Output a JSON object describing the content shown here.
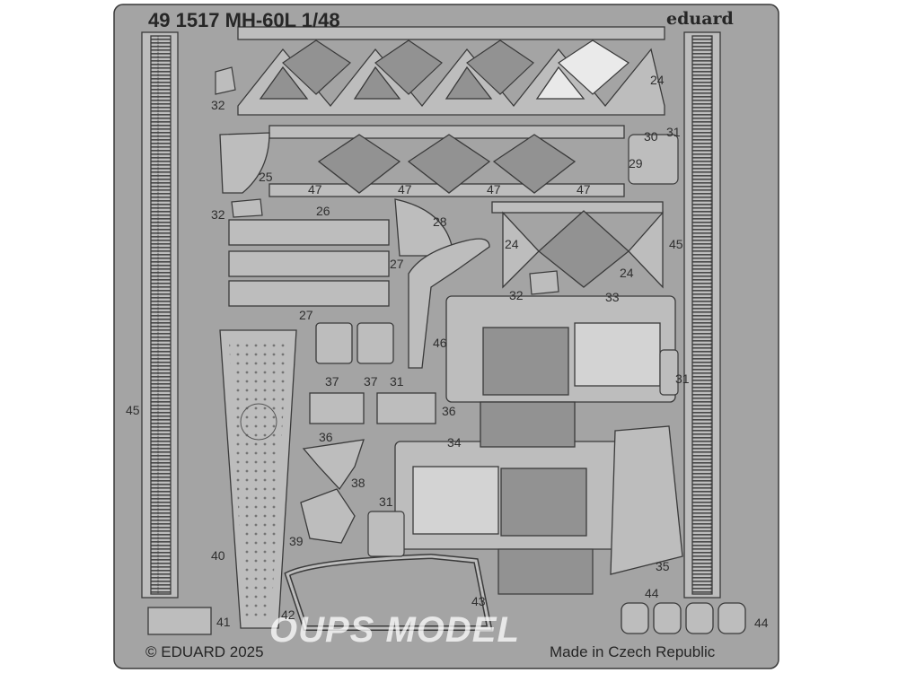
{
  "sheet": {
    "title": "49 1517 MH-60L 1/48",
    "brand": "eduard",
    "copyright": "© EDUARD 2025",
    "origin": "Made in Czech Republic",
    "watermark": "OUPS MODEL"
  },
  "part_numbers": [
    "32",
    "25",
    "32",
    "24",
    "30",
    "31",
    "29",
    "47",
    "47",
    "47",
    "47",
    "26",
    "28",
    "24",
    "45",
    "27",
    "24",
    "27",
    "32",
    "33",
    "46",
    "31",
    "37",
    "37",
    "31",
    "36",
    "45",
    "36",
    "34",
    "38",
    "31",
    "39",
    "40",
    "35",
    "43",
    "44",
    "41",
    "42",
    "44"
  ],
  "colors": {
    "fret": "#a4a4a4",
    "part": "#bdbdbd",
    "outline": "#3a3a3a",
    "panel": "#929292"
  }
}
